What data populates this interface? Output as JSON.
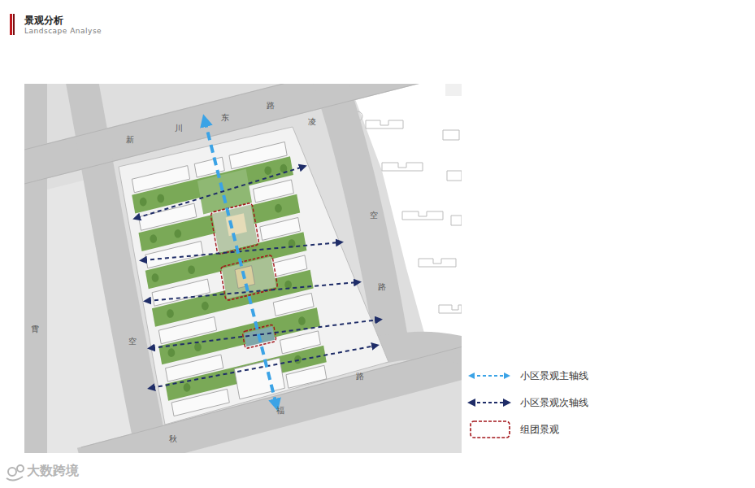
{
  "diagram": {
    "title": "景观分析",
    "labels": [
      "Landscape Analyse",
      "新",
      "川",
      "东",
      "路",
      "凌",
      "空",
      "路",
      "霄",
      "空",
      "路",
      "福",
      "秋",
      "大数跨境"
    ],
    "legend": [
      {
        "text": "小区景观主轴线"
      },
      {
        "text": "小区景观次轴线"
      },
      {
        "text": "组团景观"
      }
    ]
  }
}
